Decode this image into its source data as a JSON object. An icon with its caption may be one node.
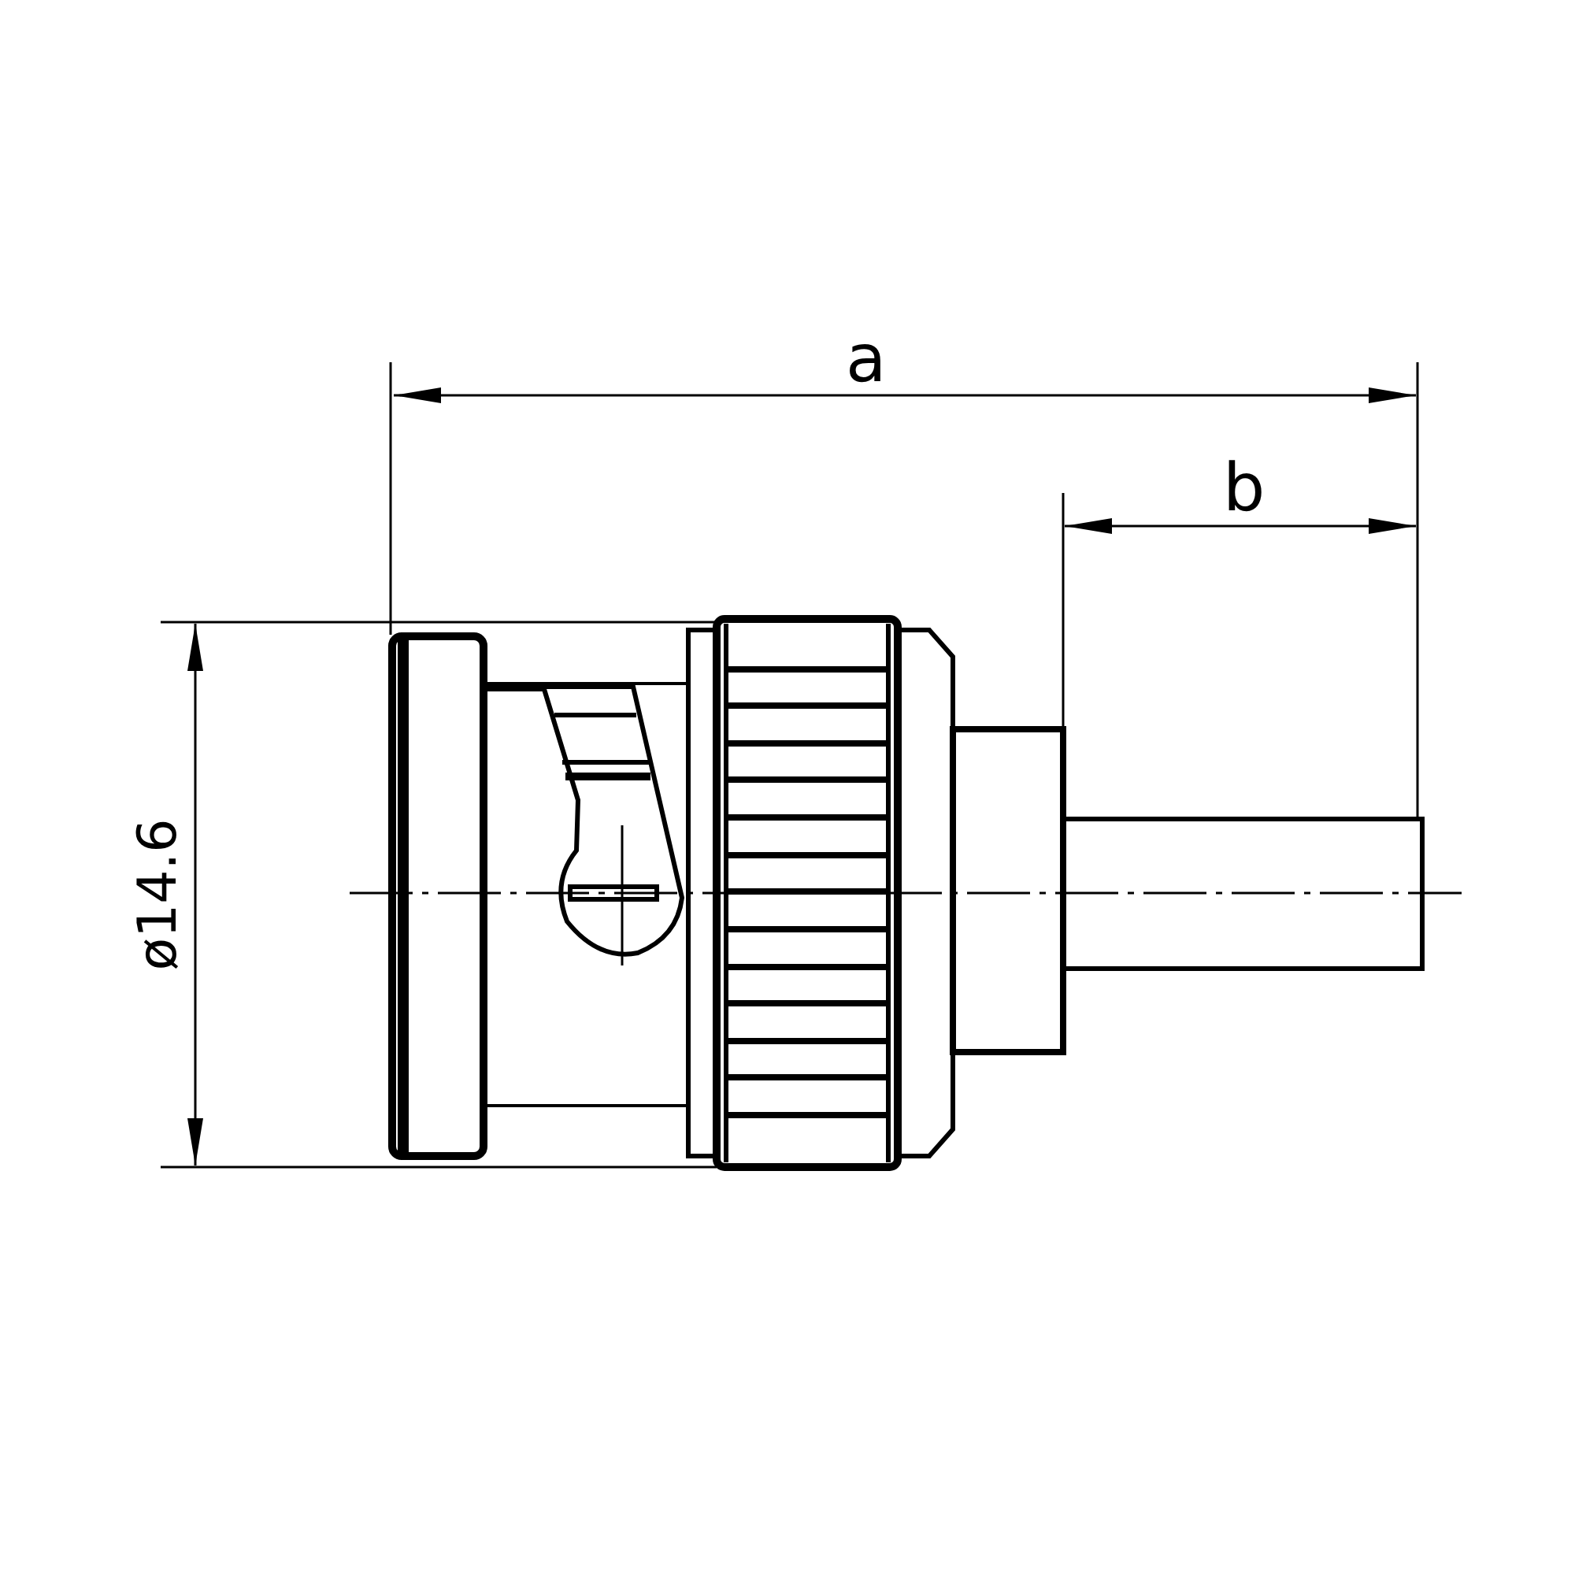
{
  "diagram": {
    "labels": [
      "a",
      "b",
      "ø14.6"
    ]
  }
}
